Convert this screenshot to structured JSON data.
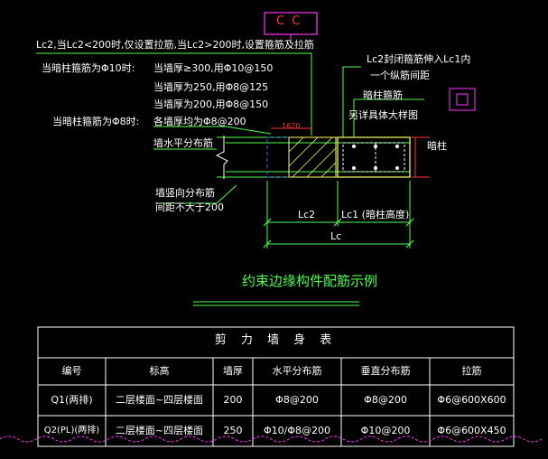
{
  "drawing": {
    "top_marker": "C C",
    "note_lc2": "Lc2,当Lc2<200时,仅设置拉筋,当Lc2>200时,设置箍筋及拉筋",
    "note_col10": "当暗柱箍筋为Φ10时:",
    "note_col8": "当暗柱箍筋为Φ8时:",
    "spec_1": "当墙厚≥300,用Φ10@150",
    "spec_2": "当墙厚为250,用Φ8@125",
    "spec_3": "当墙厚为200,用Φ8@150",
    "spec_4": "各墙厚均为Φ8@200",
    "label_horizontal": "墙水平分布筋",
    "label_vertical_1": "墙竖向分布筋",
    "label_vertical_2": "间距不大于200",
    "right_note_1": "Lc2封闭箍筋伸入Lc1内",
    "right_note_2": "一个纵筋间距",
    "right_note_3": "暗柱箍筋",
    "right_note_4": "另详具体大样图",
    "label_column": "暗柱",
    "dim_small": "1620",
    "dim_lc2": "Lc2",
    "dim_lc1": "Lc1 (暗柱高度)",
    "dim_lc": "Lc",
    "caption": "约束边缘构件配筋示例"
  },
  "table": {
    "title": "剪 力 墙 身 表",
    "headers": [
      "编号",
      "标高",
      "墙厚",
      "水平分布筋",
      "垂直分布筋",
      "拉筋"
    ],
    "rows": [
      [
        "Q1(两排)",
        "二层楼面~四层楼面",
        "200",
        "Φ8@200",
        "Φ8@200",
        "Φ6@600X600"
      ],
      [
        "Q2(PL)(两排)",
        "二层楼面~四层楼面",
        "250",
        "Φ10/Φ8@200",
        "Φ10@200",
        "Φ6@600X450"
      ]
    ]
  },
  "colors": {
    "background": "#000000",
    "line_green": "#4dff4d",
    "line_white": "#ffffff",
    "accent_magenta": "#ff33ff",
    "accent_red": "#ff3333",
    "accent_yellow": "#ffff66",
    "accent_blue": "#4d6bff"
  }
}
